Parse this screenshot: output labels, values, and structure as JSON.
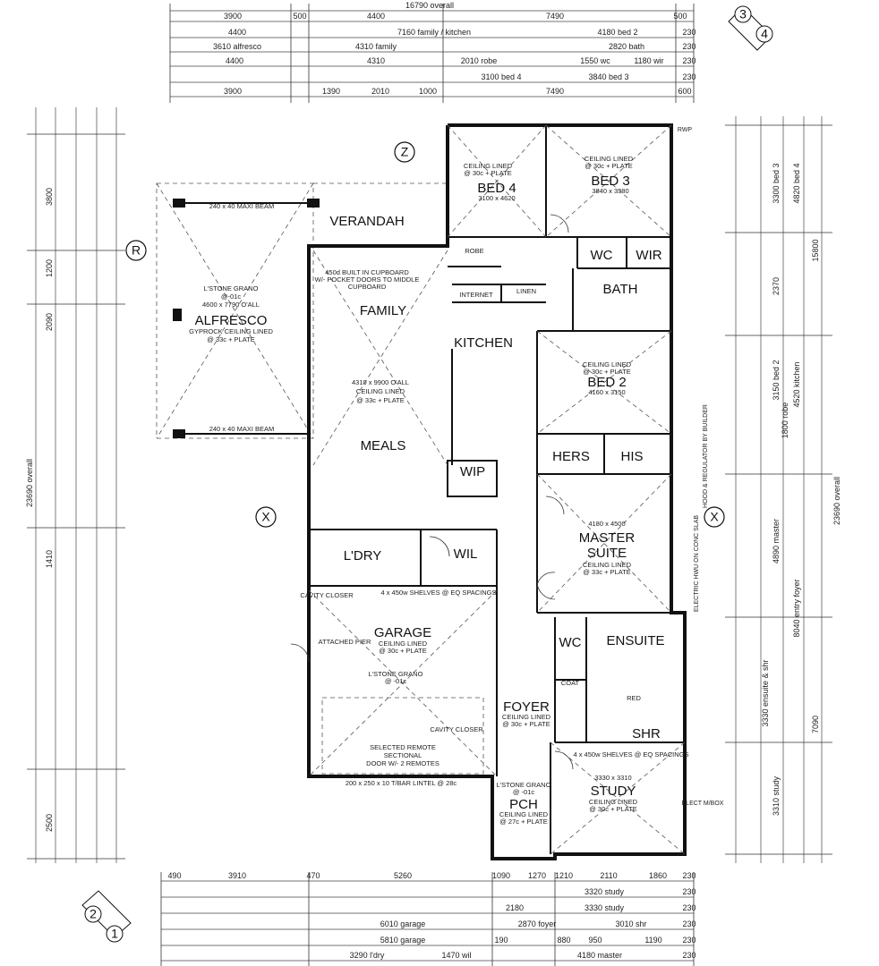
{
  "overall": {
    "top_overall": "16790 overall",
    "left_overall": "23690 overall",
    "right_overall": "23690 overall",
    "right_total": "15800",
    "right_lower": "7090"
  },
  "markers": {
    "top_right": [
      "3",
      "4"
    ],
    "bottom_left": [
      "2",
      "1"
    ],
    "z": "Z",
    "r": "R",
    "x_left": "X",
    "x_right": "X"
  },
  "rooms": {
    "verandah": "VERANDAH",
    "alfresco": "ALFRESCO",
    "family": "FAMILY",
    "kitchen": "KITCHEN",
    "meals": "MEALS",
    "bed4": "BED 4",
    "bed3": "BED 3",
    "bed2": "BED 2",
    "wc1": "WC",
    "wir": "WIR",
    "bath": "BATH",
    "hers": "HERS",
    "his": "HIS",
    "wip": "WIP",
    "ldry": "L'DRY",
    "wil": "WIL",
    "master": "MASTER",
    "suite": "SUITE",
    "garage": "GARAGE",
    "ensuite": "ENSUITE",
    "wc2": "WC",
    "foyer": "FOYER",
    "shr": "SHR",
    "study": "STUDY",
    "pch": "PCH",
    "robe": "ROBE",
    "internet": "INTERNET",
    "linen": "LINEN",
    "coat": "COAT",
    "red": "RED"
  },
  "notes": {
    "alfresco_1": "L'STONE GRANO",
    "alfresco_2": "@-01c",
    "alfresco_3": "4600 x 7790 O'ALL",
    "alfresco_4": "GYPROCK CEILING LINED",
    "alfresco_5": "@ 33c + PLATE",
    "maxi_beam_top": "240 x 40 MAXI BEAM",
    "maxi_beam_bottom": "240 x 40 MAXI BEAM",
    "family_cupboard_1": "450d BUILT IN CUPBOARD",
    "family_cupboard_2": "W/- POCKET DOORS TO MIDDLE",
    "family_cupboard_3": "CUPBOARD",
    "meals_1": "4310 x 9900 O'ALL",
    "meals_2": "CEILING LINED",
    "meals_3": "@ 33c + PLATE",
    "bed4_1": "CEILING LINED",
    "bed4_2": "@ 30c + PLATE",
    "bed4_3": "3100 x 4620",
    "bed3_1": "CEILING LINED",
    "bed3_2": "@ 30c + PLATE",
    "bed3_3": "3840 x 3380",
    "bed2_1": "CEILING LINED",
    "bed2_2": "@ 30c + PLATE",
    "bed2_3": "4160 x 3150",
    "master_1": "4180 x 4500",
    "master_2": "CEILING LINED",
    "master_3": "@ 33c + PLATE",
    "garage_1": "CEILING LINED",
    "garage_2": "@ 30c + PLATE",
    "garage_3": "L'STONE GRANO",
    "garage_4": "@ -01c",
    "garage_door_1": "SELECTED REMOTE",
    "garage_door_2": "SECTIONAL",
    "garage_door_3": "DOOR W/- 2 REMOTES",
    "lintel": "200 x 250 x 10 T/BAR LINTEL @ 28c",
    "foyer_1": "CEILING LINED",
    "foyer_2": "@ 30c + PLATE",
    "study_1": "3330 x 3310",
    "study_2": "CEILING LINED",
    "study_3": "@ 30c + PLATE",
    "pch_1": "L'STONE GRANO",
    "pch_2": "@ -01c",
    "pch_3": "CEILING LINED",
    "pch_4": "@ 27c + PLATE",
    "cavity_closer": "CAVITY CLOSER",
    "attached_pier": "ATTACHED PIER",
    "shelves": "4 x 450w SHELVES @ EQ SPACINGS",
    "shr_shelves": "4 x 450w SHELVES @ EQ SPACINGS",
    "elect_meter": "ELECT M/BOX",
    "hood": "HOOD & REGULATOR BY BUILDER",
    "electric_hw": "ELECTRIC HWU ON CONC SLAB"
  },
  "dims_top": {
    "row1": [
      "3900",
      "500",
      "4400",
      "7490",
      "500"
    ],
    "row2": [
      "4400",
      "7160 family / kitchen",
      "4180 bed 2",
      "230"
    ],
    "row3": [
      "3610 alfresco",
      "4310 family",
      "2820 bath",
      "230"
    ],
    "row4": [
      "4400",
      "4310",
      "2010 robe",
      "1550 wc",
      "1180 wir",
      "230"
    ],
    "row5": [
      "3100 bed 4",
      "3840 bed 3",
      "230"
    ],
    "row6": [
      "3900",
      "1390",
      "2010",
      "1000",
      "7490",
      "600"
    ]
  },
  "dims_bottom": {
    "row1": [
      "490",
      "3910",
      "470",
      "5260",
      "1090",
      "1270",
      "1210",
      "2110",
      "1860",
      "230"
    ],
    "row2": [
      "3320 study",
      "230"
    ],
    "row3": [
      "2180",
      "3330 study",
      "230"
    ],
    "row4": [
      "6010 garage",
      "2870 foyer",
      "3010 shr",
      "230"
    ],
    "row5": [
      "5810 garage",
      "190",
      "880",
      "950",
      "1190",
      "230"
    ],
    "row6": [
      "3290 l'dry",
      "1470 wil",
      "4180 master",
      "230"
    ]
  },
  "dims_left": [
    "3800",
    "1200",
    "2090",
    "1410",
    "2500"
  ],
  "dims_right": [
    "3300 bed 3",
    "4820 bed 4",
    "2370",
    "3150 bed 2",
    "1800 robe",
    "4520 kitchen",
    "4890 master",
    "8040 entry foyer",
    "3330 ensuite & shr",
    "3310 study"
  ],
  "wall_tags": {
    "rwp": "RWP"
  }
}
